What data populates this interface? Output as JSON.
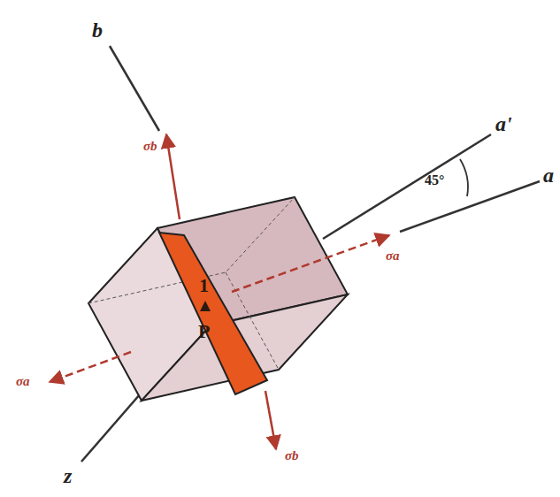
{
  "diagram": {
    "labels": [
      "b",
      "σb",
      "a'",
      "45°",
      "a",
      "1",
      "P",
      "σa",
      "σa",
      "z",
      "σb"
    ]
  }
}
